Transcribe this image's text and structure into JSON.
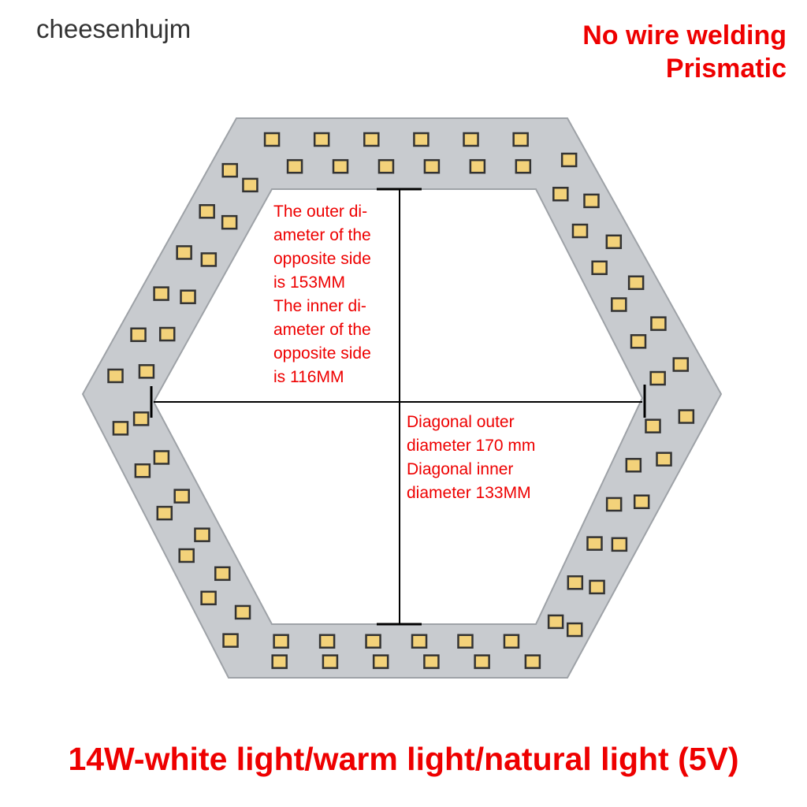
{
  "brand": "cheesenhujm",
  "top_right": [
    "No wire welding",
    "Prismatic"
  ],
  "note_opposite": [
    "The outer di-",
    "ameter of the",
    "opposite side",
    "is 153MM",
    "The inner di-",
    "ameter of the",
    "opposite side",
    "is 116MM"
  ],
  "note_diagonal": [
    "Diagonal outer",
    "diameter 170 mm",
    "Diagonal inner",
    "diameter 133MM"
  ],
  "caption": "14W-white light/warm light/natural light (5V)",
  "colors": {
    "accent": "#ee0000",
    "board": "#c9ccd0",
    "led": "#f3d27a"
  }
}
